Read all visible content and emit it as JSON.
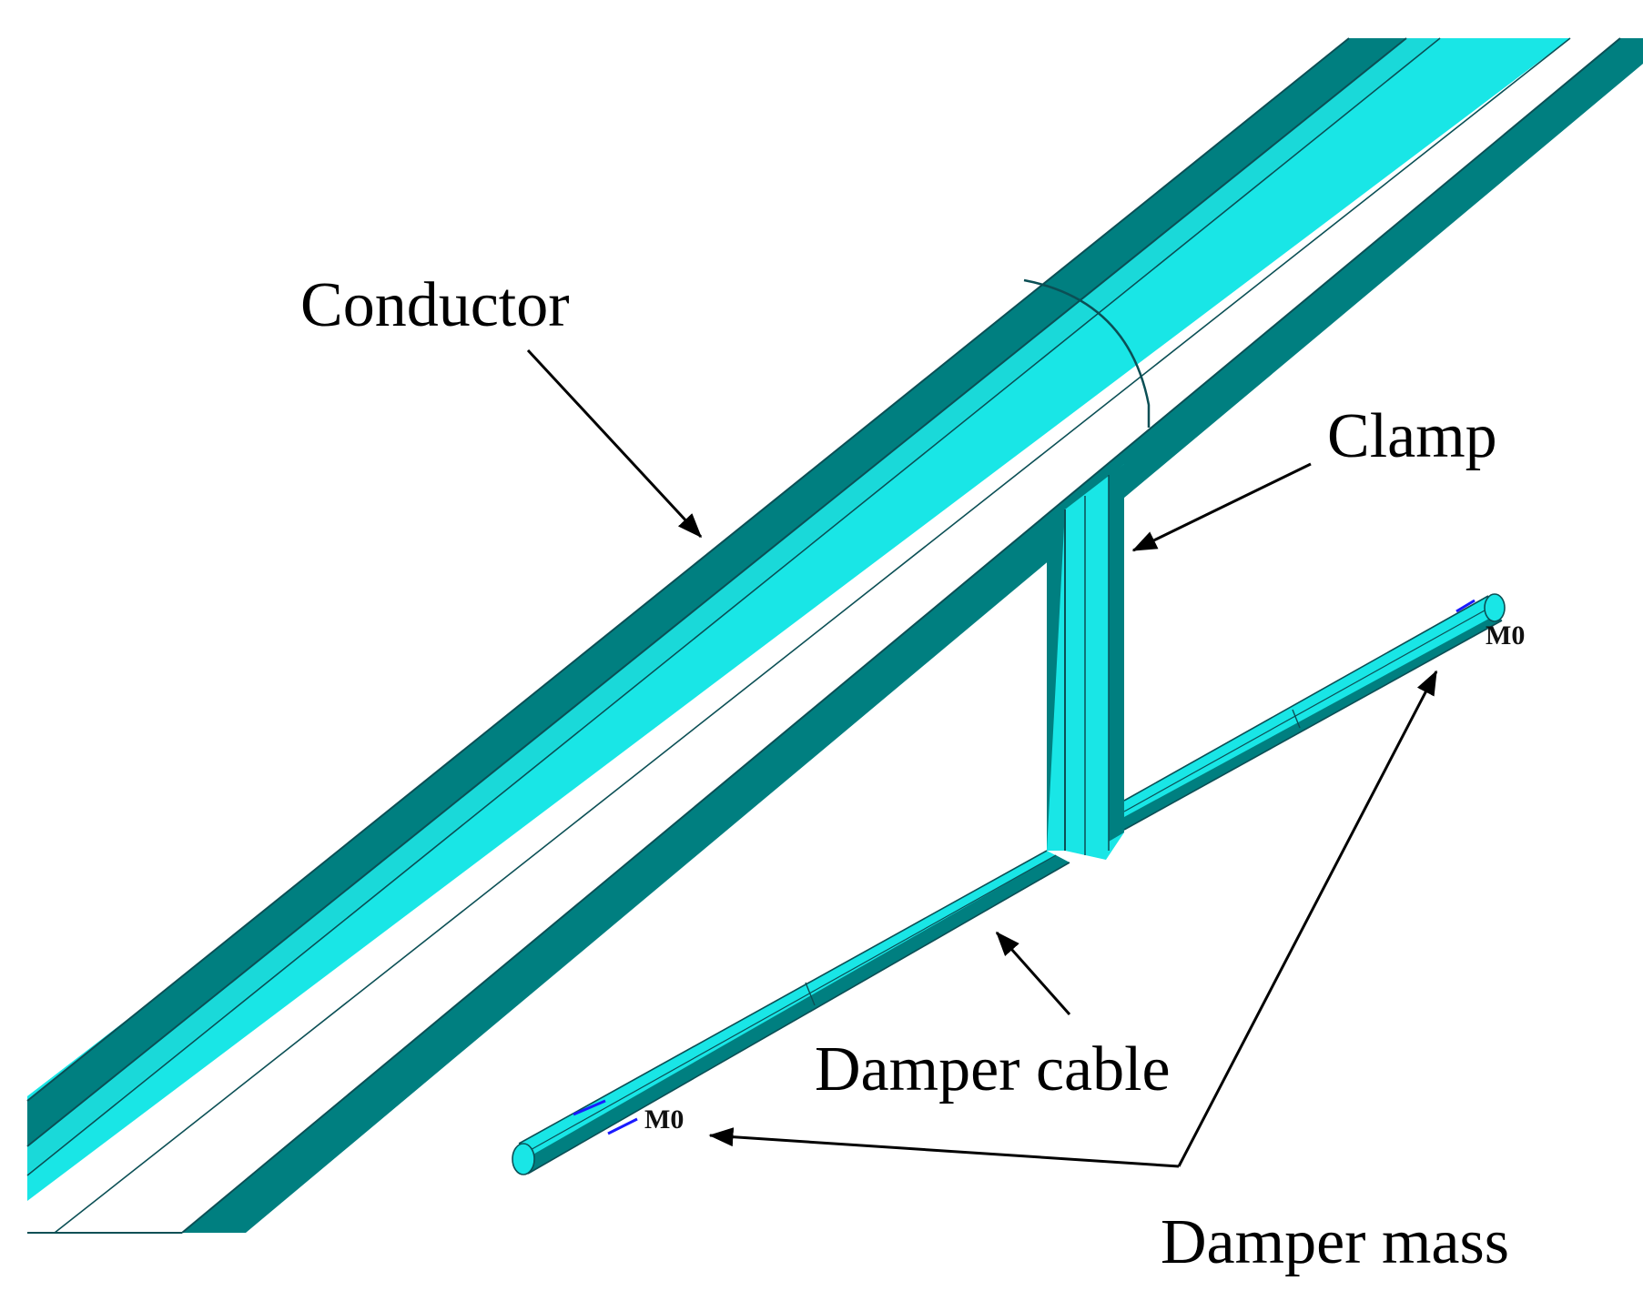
{
  "labels": {
    "conductor": "Conductor",
    "clamp": "Clamp",
    "damper_cable": "Damper cable",
    "damper_mass": "Damper mass",
    "mass_tag_left": "M0",
    "mass_tag_right": "M0"
  },
  "colors": {
    "face_light": "#19e6e6",
    "face_dark": "#007f80",
    "edge_line": "#0b4f55",
    "tag_blue": "#1a1aff",
    "tag_red": "#e01010",
    "ink": "#000000"
  }
}
